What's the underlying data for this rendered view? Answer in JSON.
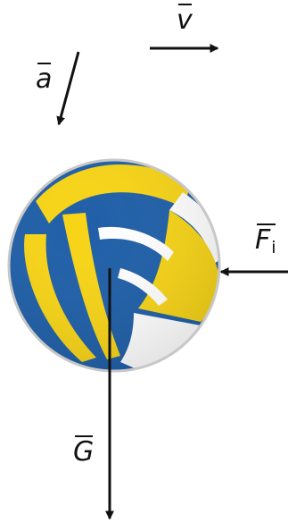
{
  "labels": {
    "velocity": "v",
    "acceleration": "a",
    "drag_force": "F",
    "drag_force_subscript": "i",
    "gravity": "G"
  },
  "colors": {
    "ball_blue": "#1F5FA8",
    "ball_yellow": "#F7D417",
    "ball_white": "#FFFFFF",
    "ball_outline": "#C7C7C7",
    "arrow": "#111111"
  }
}
